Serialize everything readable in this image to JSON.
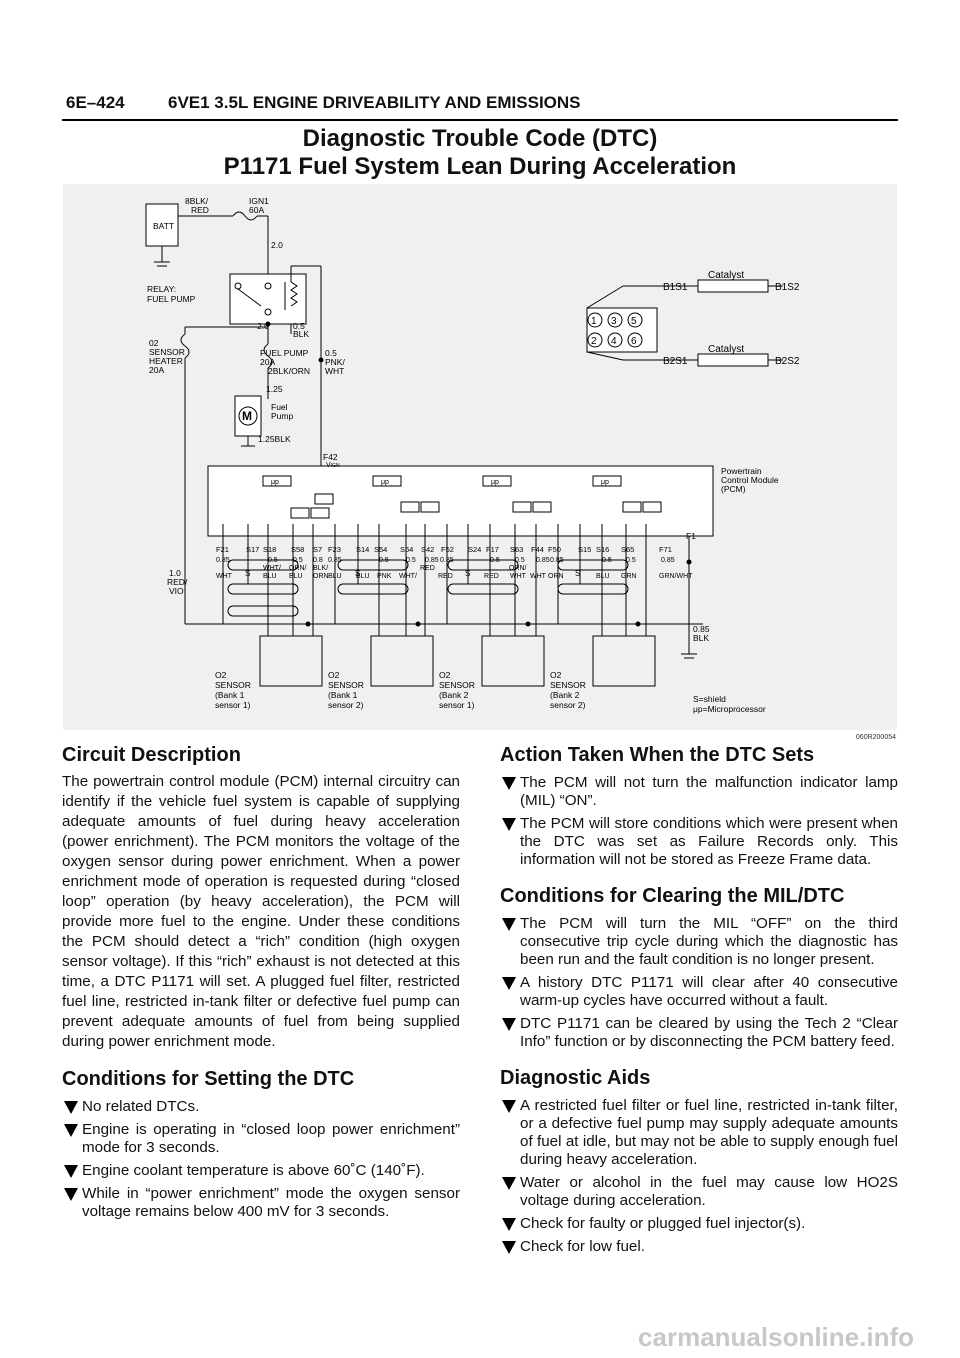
{
  "header": {
    "page_number": "6E–424",
    "title": "6VE1 3.5L ENGINE DRIVEABILITY AND EMISSIONS"
  },
  "dtc": {
    "line1": "Diagnostic Trouble Code (DTC)",
    "line2": "P1171 Fuel System Lean During Acceleration"
  },
  "diagram": {
    "batt": "BATT",
    "batt_wire1": "8BLK/",
    "batt_wire2": "RED",
    "fuse_ign1": "IGN1",
    "fuse_ign1_rating": "60A",
    "wire_2_0": "2.0",
    "relay_label1": "RELAY:",
    "relay_label2": "FUEL PUMP",
    "relay_wire_a": "2.0",
    "relay_wire_b1": "0.5",
    "relay_wire_b2": "BLK",
    "o2_heater1": "02",
    "o2_heater2": "SENSOR",
    "o2_heater3": "HEATER",
    "o2_heater4": "20A",
    "fuel_pump_fuse1": "FUEL PUMP",
    "fuel_pump_fuse2": "20A",
    "fuel_pump_wire": "2BLK/ORN",
    "pnk_wire1": "0.5",
    "pnk_wire2": "PNK/",
    "pnk_wire3": "WHT",
    "fp_wire_top": "1.25",
    "motor": "M",
    "fp_label1": "Fuel",
    "fp_label2": "Pump",
    "fp_wire_bot": "1.25BLK",
    "f42": "F42",
    "vign": "V",
    "vign_sub": "IGN",
    "pcm1": "Powertrain",
    "pcm2": "Control Module",
    "pcm3": "(PCM)",
    "f1": "F1",
    "mu": "μp",
    "pins": [
      "F21",
      "S17",
      "S18",
      "S58",
      "S7",
      "F23",
      "S14",
      "S54",
      "S64",
      "S42",
      "F52",
      "S24",
      "F17",
      "S63",
      "F44",
      "F50",
      "S15",
      "S16",
      "S65",
      "F71"
    ],
    "sizes": [
      "0.85",
      "0.5",
      "0.5",
      "0.8",
      "0.85",
      "0.5",
      "0.5",
      "0.85",
      "0.85",
      "0.5",
      "0.5",
      "0.85",
      "0.85",
      "0.5",
      "0.5",
      "0.85"
    ],
    "colors": [
      "WHT",
      "WHT/",
      "BLU",
      "ORN/",
      "BLU",
      "BLK/",
      "ORN",
      "BLU",
      "BLU",
      "PNK",
      "WHT/",
      "RED",
      "RED",
      "RED",
      "WHT",
      "ORN/",
      "WHT",
      "ORN",
      "BLU",
      "GRN",
      "GRN/WHT"
    ],
    "heater_wire1": "1.0",
    "heater_wire2": "RED/",
    "heater_wire3": "VIO",
    "shield": "S",
    "gnd_wire1": "0.85",
    "gnd_wire2": "BLK",
    "sensors": [
      {
        "l1": "O2",
        "l2": "SENSOR",
        "l3": "(Bank 1",
        "l4": "sensor 1)"
      },
      {
        "l1": "O2",
        "l2": "SENSOR",
        "l3": "(Bank 1",
        "l4": "sensor 2)"
      },
      {
        "l1": "O2",
        "l2": "SENSOR",
        "l3": "(Bank 2",
        "l4": "sensor 1)"
      },
      {
        "l1": "O2",
        "l2": "SENSOR",
        "l3": "(Bank 2",
        "l4": "sensor 2)"
      }
    ],
    "legend1": "S=shield",
    "legend2": "μp=Microprocessor",
    "b1s1": "B1S1",
    "b1s2": "B1S2",
    "b2s1": "B2S1",
    "b2s2": "B2S2",
    "catalyst": "Catalyst",
    "cyl": [
      "1",
      "3",
      "5",
      "2",
      "4",
      "6"
    ]
  },
  "figure_number": "060R200054",
  "circuit_description": {
    "heading": "Circuit Description",
    "text": "The powertrain control module (PCM) internal circuitry can identify if the vehicle fuel system is capable of supplying adequate amounts of fuel during heavy acceleration (power enrichment). The PCM monitors the voltage of the oxygen sensor during power enrichment. When a power enrichment mode of operation is requested during “closed loop” operation (by heavy acceleration), the PCM will provide more fuel to the engine. Under these conditions the PCM should detect a “rich” condition (high oxygen sensor voltage). If this “rich” exhaust is not detected at this time, a DTC P1171 will set. A plugged fuel filter, restricted fuel line, restricted in-tank filter or defective fuel pump can prevent adequate amounts of fuel from being supplied during power enrichment mode."
  },
  "conditions_setting": {
    "heading": "Conditions for Setting the DTC",
    "items": [
      "No related DTCs.",
      "Engine is operating in “closed loop power enrichment” mode for 3 seconds.",
      "Engine coolant temperature is above 60˚C (140˚F).",
      "While in “power enrichment” mode the oxygen sensor voltage remains below 400 mV for 3 seconds."
    ]
  },
  "action_taken": {
    "heading": "Action Taken When the DTC Sets",
    "items": [
      "The PCM will not turn the malfunction indicator lamp (MIL) “ON”.",
      "The PCM will store conditions which were present when the DTC was set as Failure Records only. This information will not be stored as Freeze Frame data."
    ]
  },
  "conditions_clearing": {
    "heading": "Conditions for Clearing the MIL/DTC",
    "items": [
      "The PCM will turn the MIL “OFF” on the third consecutive trip cycle during which the diagnostic has been run and the fault condition is no longer present.",
      "A history DTC P1171 will clear after 40 consecutive warm-up cycles have occurred without a fault.",
      "DTC P1171 can be cleared by using the Tech 2 “Clear Info” function or by disconnecting the PCM battery feed."
    ]
  },
  "diagnostic_aids": {
    "heading": "Diagnostic Aids",
    "items": [
      "A restricted fuel filter or fuel line, restricted in-tank filter, or a defective fuel pump may supply adequate amounts of fuel at idle, but may not be able to supply enough fuel during heavy acceleration.",
      "Water or alcohol in the fuel may cause low HO2S voltage during acceleration.",
      "Check for faulty or plugged fuel injector(s).",
      "Check for low fuel."
    ]
  },
  "watermark": "carmanualsonline.info"
}
